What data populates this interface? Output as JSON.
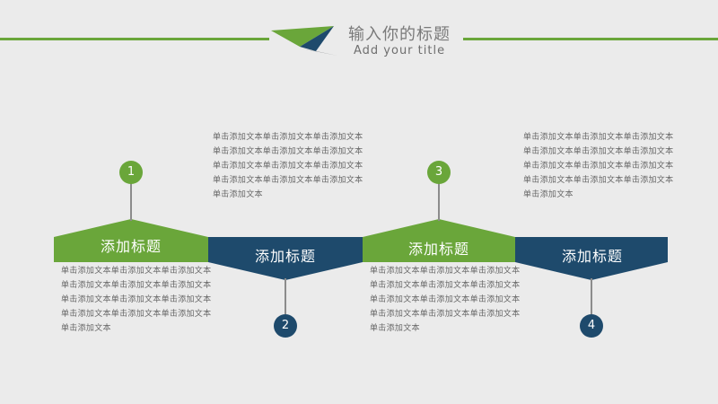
{
  "header": {
    "title": "输入你的标题",
    "subtitle": "Add your title"
  },
  "colors": {
    "green": "#6aa63a",
    "blue": "#1e4a6c",
    "background": "#ebebeb"
  },
  "steps": [
    {
      "number": "1",
      "label": "添加标题",
      "text": "单击添加文本单击添加文本单击添加文本单击添加文本单击添加文本单击添加文本单击添加文本单击添加文本单击添加文本单击添加文本单击添加文本单击添加文本单击添加文本"
    },
    {
      "number": "2",
      "label": "添加标题",
      "text": "单击添加文本单击添加文本单击添加文本单击添加文本单击添加文本单击添加文本单击添加文本单击添加文本单击添加文本单击添加文本单击添加文本单击添加文本单击添加文本"
    },
    {
      "number": "3",
      "label": "添加标题",
      "text": "单击添加文本单击添加文本单击添加文本单击添加文本单击添加文本单击添加文本单击添加文本单击添加文本单击添加文本单击添加文本单击添加文本单击添加文本单击添加文本"
    },
    {
      "number": "4",
      "label": "添加标题",
      "text": "单击添加文本单击添加文本单击添加文本单击添加文本单击添加文本单击添加文本单击添加文本单击添加文本单击添加文本单击添加文本单击添加文本单击添加文本单击添加文本"
    }
  ]
}
